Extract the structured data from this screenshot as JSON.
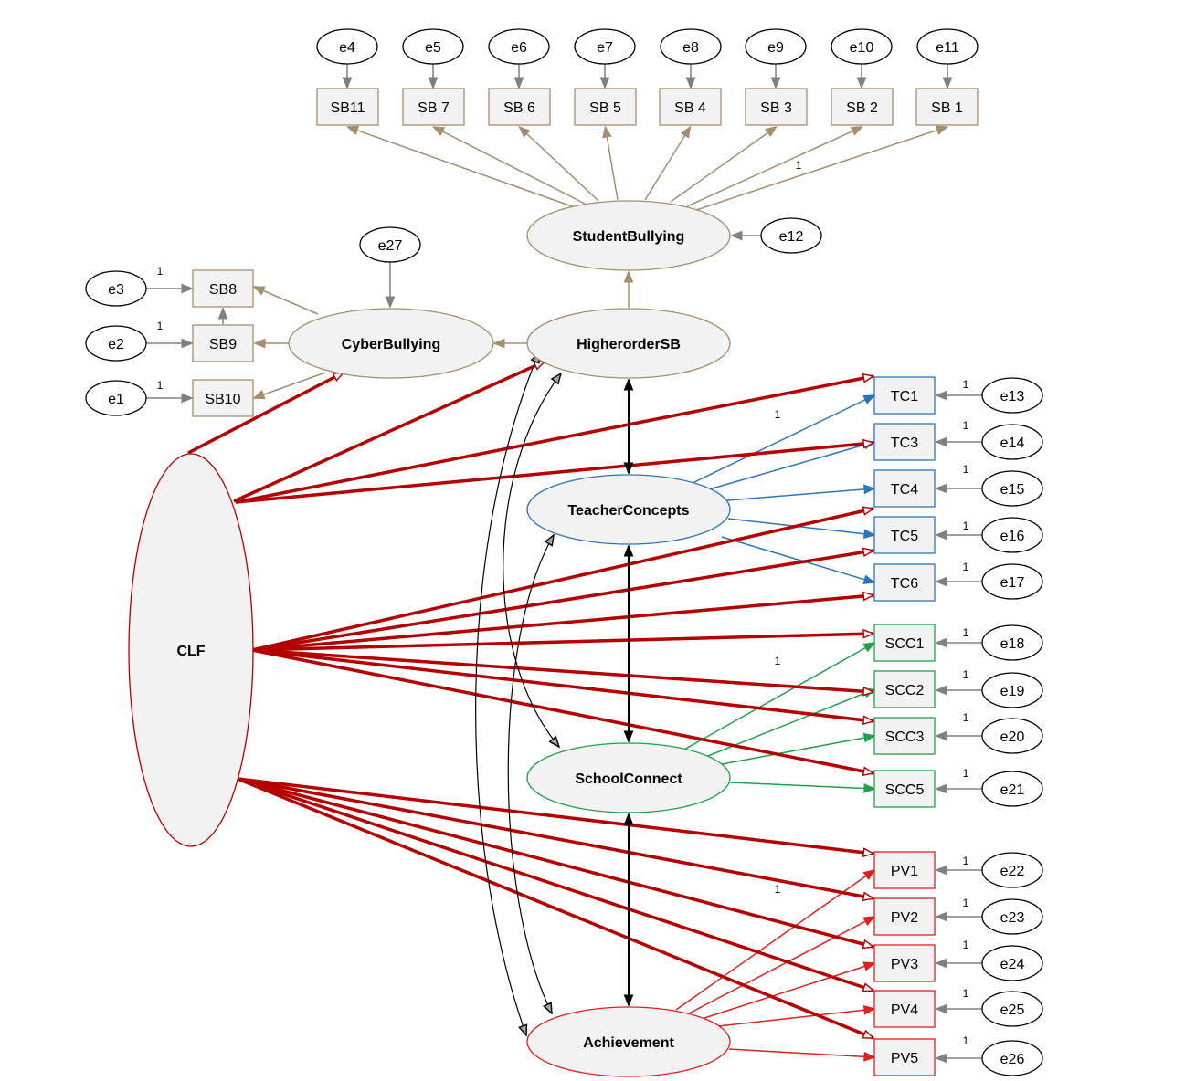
{
  "colors": {
    "sb": "#a58e6f",
    "tc": "#2e75b6",
    "scc": "#22a04b",
    "pv": "#e02020",
    "clf": "#b40000",
    "err": "#808080",
    "cov": "#000000",
    "fill": "#f2f2f2"
  },
  "latents": {
    "student": "StudentBullying",
    "cyber": "CyberBullying",
    "higher": "HigherorderSB",
    "teacher": "TeacherConcepts",
    "school": "SchoolConnect",
    "achievement": "Achievement",
    "clf": "CLF"
  },
  "indicators": {
    "sb11": "SB11",
    "sb7": "SB 7",
    "sb6": "SB 6",
    "sb5": "SB 5",
    "sb4": "SB 4",
    "sb3": "SB 3",
    "sb2": "SB 2",
    "sb1": "SB 1",
    "sb8": "SB8",
    "sb9": "SB9",
    "sb10": "SB10",
    "tc1": "TC1",
    "tc3": "TC3",
    "tc4": "TC4",
    "tc5": "TC5",
    "tc6": "TC6",
    "scc1": "SCC1",
    "scc2": "SCC2",
    "scc3": "SCC3",
    "scc5": "SCC5",
    "pv1": "PV1",
    "pv2": "PV2",
    "pv3": "PV3",
    "pv4": "PV4",
    "pv5": "PV5"
  },
  "errors": {
    "e1": "e1",
    "e2": "e2",
    "e3": "e3",
    "e4": "e4",
    "e5": "e5",
    "e6": "e6",
    "e7": "e7",
    "e8": "e8",
    "e9": "e9",
    "e10": "e10",
    "e11": "e11",
    "e12": "e12",
    "e13": "e13",
    "e14": "e14",
    "e15": "e15",
    "e16": "e16",
    "e17": "e17",
    "e18": "e18",
    "e19": "e19",
    "e20": "e20",
    "e21": "e21",
    "e22": "e22",
    "e23": "e23",
    "e24": "e24",
    "e25": "e25",
    "e26": "e26",
    "e27": "e27"
  },
  "fixed_loading_label": "1"
}
